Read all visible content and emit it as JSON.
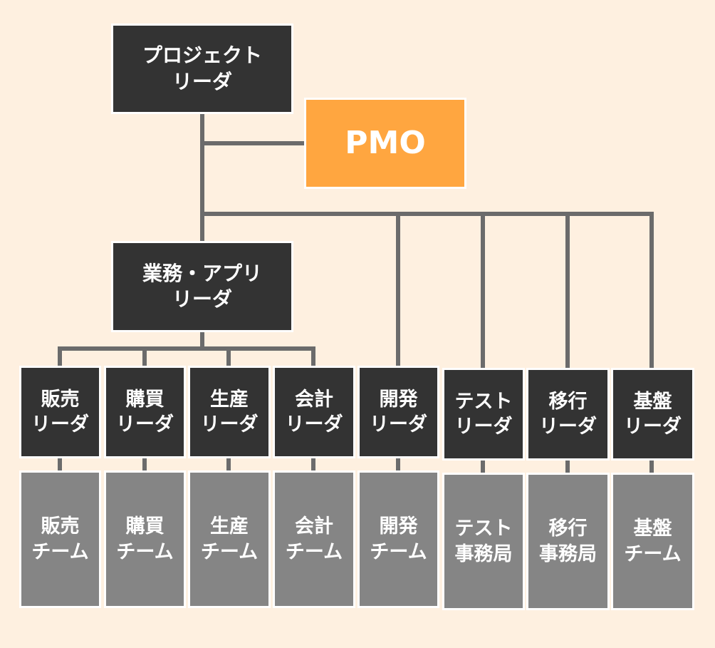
{
  "colors": {
    "background": "#fef0e0",
    "leader_box": "#333333",
    "team_box": "#858585",
    "pmo_box": "#ffa640",
    "connector": "#6b6b6b",
    "text": "#ffffff"
  },
  "project_leader": {
    "line1": "プロジェクト",
    "line2": "リーダ"
  },
  "pmo": {
    "label": "PMO"
  },
  "biz_app_leader": {
    "line1": "業務・アプリ",
    "line2": "リーダ"
  },
  "leaders": [
    {
      "line1": "販売",
      "line2": "リーダ"
    },
    {
      "line1": "購買",
      "line2": "リーダ"
    },
    {
      "line1": "生産",
      "line2": "リーダ"
    },
    {
      "line1": "会計",
      "line2": "リーダ"
    },
    {
      "line1": "開発",
      "line2": "リーダ"
    },
    {
      "line1": "テスト",
      "line2": "リーダ"
    },
    {
      "line1": "移行",
      "line2": "リーダ"
    },
    {
      "line1": "基盤",
      "line2": "リーダ"
    }
  ],
  "teams": [
    {
      "line1": "販売",
      "line2": "チーム"
    },
    {
      "line1": "購買",
      "line2": "チーム"
    },
    {
      "line1": "生産",
      "line2": "チーム"
    },
    {
      "line1": "会計",
      "line2": "チーム"
    },
    {
      "line1": "開発",
      "line2": "チーム"
    },
    {
      "line1": "テスト",
      "line2": "事務局"
    },
    {
      "line1": "移行",
      "line2": "事務局"
    },
    {
      "line1": "基盤",
      "line2": "チーム"
    }
  ]
}
